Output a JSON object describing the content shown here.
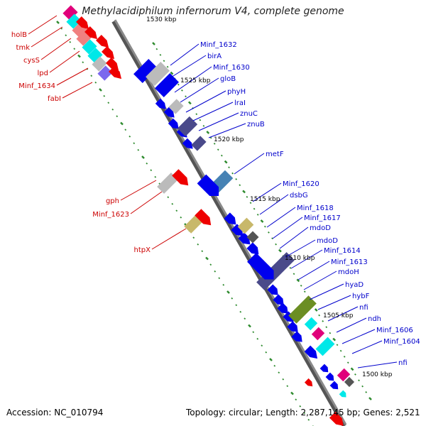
{
  "title": "Methylacidiphilum infernorum V4, complete genome",
  "footer": {
    "accession_label": "Accession: ",
    "accession": "NC_010794",
    "topology_label": "Topology: ",
    "topology": "circular",
    "length_label": "; Length: ",
    "length": "2,287,145 bp",
    "genes_label": "; Genes: ",
    "genes": "2,521"
  },
  "colors": {
    "backbone": "#8a8a8a",
    "tick_mark": "#2e8b2e",
    "label_blue": "#0000cc",
    "label_red": "#cc0000",
    "gene_blue": "#0000ee",
    "gene_red": "#ee0000",
    "gene_cyan": "#00e8e8",
    "gene_magenta": "#e0007a",
    "gene_gray": "#bbbbbb",
    "gene_purple": "#4a4a8a",
    "gene_steel": "#4682b4",
    "gene_olive": "#6b8e23",
    "gene_khaki": "#c8b86a",
    "gene_slate": "#7b68ee",
    "gene_pink": "#f08080"
  },
  "scale_labels": [
    "1530 kbp",
    "1525 kbp",
    "1520 kbp",
    "1515 kbp",
    "1510 kbp",
    "1505 kbp",
    "1500 kbp"
  ],
  "gene_labels_right": [
    "Minf_1632",
    "birA",
    "Minf_1630",
    "gloB",
    "phyH",
    "lraI",
    "znuC",
    "znuB",
    "metF",
    "Minf_1620",
    "dsbG",
    "Minf_1618",
    "Minf_1617",
    "mdoD",
    "mdoD",
    "Minf_1614",
    "Minf_1613",
    "mdoH",
    "hyaD",
    "hybF",
    "nfi",
    "ndh",
    "Minf_1606",
    "Minf_1604",
    "nfi"
  ],
  "gene_labels_left": [
    "holB",
    "tmk",
    "cysS",
    "lpd",
    "Minf_1634",
    "fabI",
    "gph",
    "Minf_1623",
    "htpX"
  ]
}
